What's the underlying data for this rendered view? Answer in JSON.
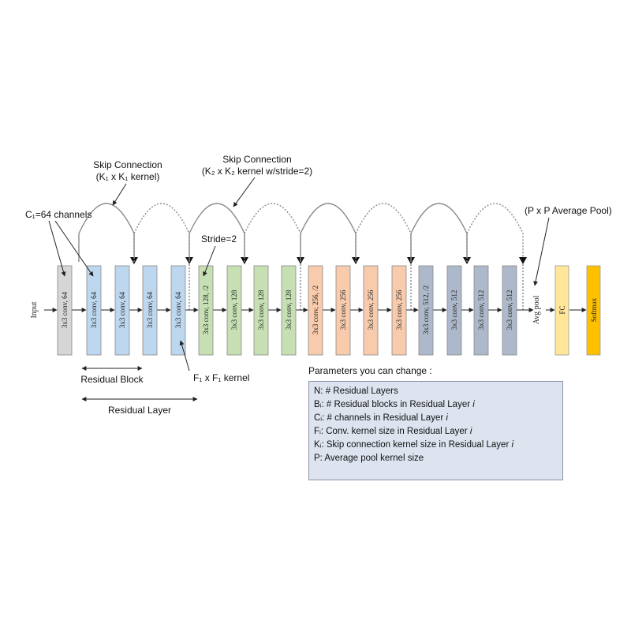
{
  "input_label": "Input",
  "layers": [
    {
      "label": "3x3 conv, 64",
      "color": "#d6d6d6"
    },
    {
      "label": "3x3 conv, 64",
      "color": "#bdd7ee"
    },
    {
      "label": "3x3 conv, 64",
      "color": "#bdd7ee"
    },
    {
      "label": "3x3 conv, 64",
      "color": "#bdd7ee"
    },
    {
      "label": "3x3 conv, 64",
      "color": "#bdd7ee"
    },
    {
      "label": "3x3 conv, 128, /2",
      "color": "#c6e0b4"
    },
    {
      "label": "3x3 conv, 128",
      "color": "#c6e0b4"
    },
    {
      "label": "3x3 conv, 128",
      "color": "#c6e0b4"
    },
    {
      "label": "3x3 conv, 128",
      "color": "#c6e0b4"
    },
    {
      "label": "3x3 conv, 256, /2",
      "color": "#f8cbad"
    },
    {
      "label": "3x3 conv, 256",
      "color": "#f8cbad"
    },
    {
      "label": "3x3 conv, 256",
      "color": "#f8cbad"
    },
    {
      "label": "3x3 conv, 256",
      "color": "#f8cbad"
    },
    {
      "label": "3x3 conv, 512, /2",
      "color": "#adb9ca"
    },
    {
      "label": "3x3 conv, 512",
      "color": "#adb9ca"
    },
    {
      "label": "3x3 conv, 512",
      "color": "#adb9ca"
    },
    {
      "label": "3x3 conv, 512",
      "color": "#adb9ca"
    }
  ],
  "avg_pool_label": "Avg pool",
  "fc": {
    "label": "FC",
    "color": "#ffe699"
  },
  "softmax": {
    "label": "Softmax",
    "color": "#ffc000"
  },
  "annotations": {
    "skip1_title": "Skip Connection",
    "skip1_detail": "(K₁ x K₁ kernel)",
    "skip2_title": "Skip Connection",
    "skip2_detail": "(K₂ x K₂ kernel w/stride=2)",
    "channels": "C₁=64 channels",
    "avg_pool_param": "(P x P Average Pool)",
    "stride": "Stride=2",
    "kernel": "F₁ x F₁ kernel",
    "residual_block": "Residual Block",
    "residual_layer": "Residual Layer"
  },
  "params": {
    "title": "Parameters you can change :",
    "rows": [
      {
        "text": "N: # Residual Layers",
        "italic": ""
      },
      {
        "text": "Bᵢ: # Residual blocks in Residual Layer ",
        "italic": "i"
      },
      {
        "text": "Cᵢ: # channels in Residual Layer ",
        "italic": "i"
      },
      {
        "text": "Fᵢ: Conv. kernel size in Residual Layer ",
        "italic": "i"
      },
      {
        "text": "Kᵢ: Skip connection kernel size in Residual Layer ",
        "italic": "i"
      },
      {
        "text": "P: Average pool kernel size",
        "italic": ""
      }
    ]
  }
}
